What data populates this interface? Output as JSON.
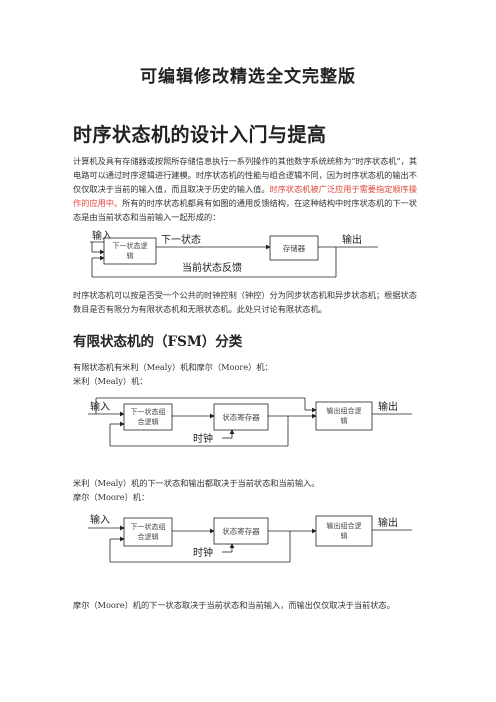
{
  "banner": "可编辑修改精选全文完整版",
  "title": "时序状态机的设计入门与提高",
  "intro": {
    "seg1": "计算机及具有存储器或按照所存储信息执行一系列操作的其他数字系统统称为“时序状态机”，其电路可以通过时序逻辑进行建模。时序状态机的性能与组合逻辑不同，因为时序状态机的输出不仅仅取决于当前的输入值，而且取决于历史的输入值。",
    "seg_red": "时序状态机被广泛应用于需要指定顺序操作的应用中。",
    "seg2": "所有的时序状态机都具有如图的通用反馈结构，在这种结构中时序状态机的下一状态是由当前状态和当前输入一起形成的："
  },
  "diagram1": {
    "input": "输入",
    "logic": "下一状态逻辑",
    "next_state": "下一状态",
    "memory": "存储器",
    "output": "输出",
    "feedback": "当前状态反馈"
  },
  "para2": "时序状态机可以按是否受一个公共的时钟控制（钟控）分为同步状态机和异步状态机；根据状态数目是否有限分为有限状态机和无限状态机。此处只讨论有限状态机。",
  "section_title": "有限状态机的（FSM）分类",
  "fsm_intro1": "有限状态机有米利（Mealy）机和摩尔（Moore）机：",
  "mealy_label": "米利（Mealy）机：",
  "diagram2": {
    "input": "输入",
    "logic": "下一状态组合逻辑",
    "register": "状态寄存器",
    "out_logic": "输出组合逻辑",
    "output": "输出",
    "clock": "时钟"
  },
  "mealy_desc": "米利（Mealy）机的下一状态和输出都取决于当前状态和当前输入。",
  "moore_label": "摩尔（Moore）机：",
  "diagram3": {
    "input": "输入",
    "logic": "下一状态组合逻辑",
    "register": "状态寄存器",
    "out_logic": "输出组合逻辑",
    "output": "输出",
    "clock": "时钟"
  },
  "moore_desc": "摩尔（Moore）机的下一状态取决于当前状态和当前输入，而输出仅仅取决于当前状态。"
}
